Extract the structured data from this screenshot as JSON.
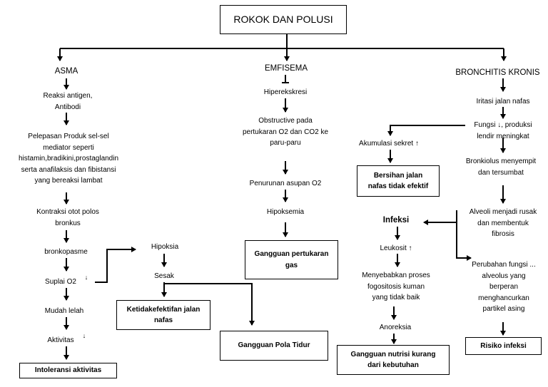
{
  "title": "ROKOK DAN POLUSI",
  "columns": {
    "asma": {
      "header": "ASMA",
      "steps": [
        "Reaksi antigen,\nAntibodi",
        "Pelepasan Produk sel-sel\nmediator seperti\nhistamin,bradikini,prostaglandin\nserta anafilaksis dan fibistansi\nyang bereaksi lambat",
        "Kontraksi otot polos\nbronkus",
        "bronkopasme",
        "Suplai O2",
        "Mudah lelah",
        "Aktivitas"
      ],
      "decrease_marks": [
        "↓",
        "↓"
      ],
      "outcome": "Intoleransi aktivitas",
      "side_steps": [
        "Hipoksia",
        "Sesak"
      ],
      "side_outcomes": [
        "Ketidakefektifan jalan\nnafas",
        "Gangguan Pola Tidur"
      ]
    },
    "emfisema": {
      "header": "EMFISEMA",
      "steps": [
        "Hiperekskresi",
        "Obstructive pada\npertukaran O2 dan CO2 ke\nparu-paru",
        "Penurunan asupan O2",
        "Hipoksemia"
      ],
      "outcome": "Gangguan pertukaran\ngas"
    },
    "bronchitis": {
      "header": "BRONCHITIS KRONIS",
      "steps": [
        "Iritasi jalan nafas",
        "Fungsi ↓, produksi\nlendir meningkat",
        "Bronkiolus menyempit\ndan tersumbat",
        "Alveoli menjadi rusak\ndan membentuk\nfibrosis",
        "Perubahan fungsi ...\nalveolus yang\nberperan\nmenghancurkan\npartikel asing"
      ],
      "outcome": "Risiko infeksi",
      "branch_step": "Akumulasi sekret ↑",
      "branch_outcome": "Bersihan jalan\nnafas tidak efektif"
    },
    "infeksi": {
      "header": "Infeksi",
      "steps": [
        "Leukosit ↑",
        "Menyebabkan proses\nfogositosis kuman\nyang tidak baik",
        "Anoreksia"
      ],
      "outcome": "Gangguan nutrisi kurang\ndari kebutuhan"
    }
  }
}
